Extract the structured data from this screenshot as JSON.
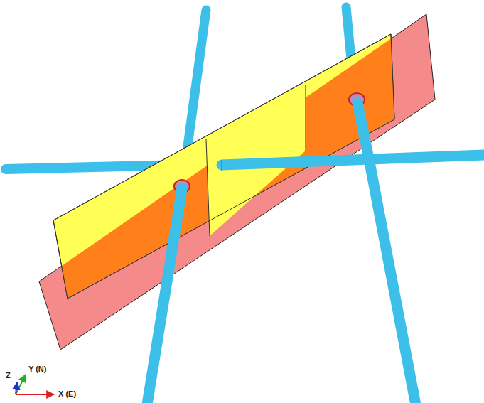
{
  "diagram": {
    "labels": [
      "Z",
      "Y (N)",
      "X (E)"
    ]
  }
}
